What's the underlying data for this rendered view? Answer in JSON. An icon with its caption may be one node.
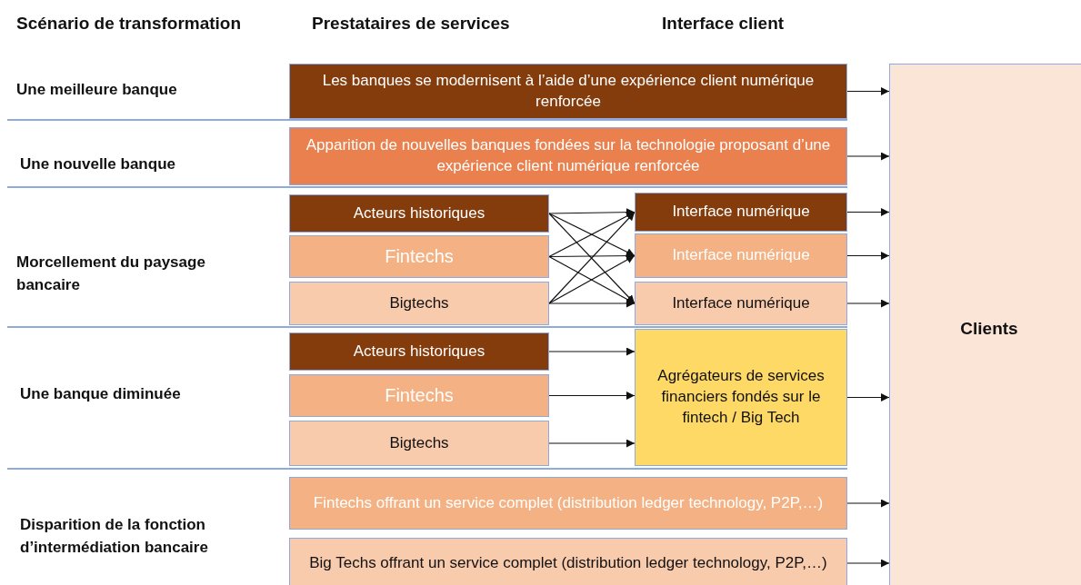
{
  "diagram": {
    "nodes": [
      {
        "text": [
          "Les banques se modernisent à l’aide d’une expérience client numérique renforcée"
        ]
      },
      {
        "text": [
          "Apparition de nouvelles banques fondées sur la technologie proposant d’une expérience client numérique renforcée"
        ]
      },
      {
        "text": [
          "Acteurs historiques"
        ]
      },
      {
        "text": [
          "Fintechs"
        ]
      },
      {
        "text": [
          "Bigtechs"
        ]
      },
      {
        "text": [
          "Interface numérique"
        ]
      },
      {
        "text": [
          "Interface numérique"
        ]
      },
      {
        "text": [
          "Interface numérique"
        ]
      },
      {
        "text": [
          "Acteurs historiques"
        ]
      },
      {
        "text": [
          "Fintechs"
        ]
      },
      {
        "text": [
          "Bigtechs"
        ]
      },
      {
        "text": [
          "Agrégateurs de services financiers fondés sur le fintech / Big Tech"
        ]
      },
      {
        "text": [
          "Fintechs offrant un service complet (distribution ledger technology, P2P,…)"
        ]
      },
      {
        "text": [
          "Big Techs offrant un service complet (distribution ledger technology, P2P,…)"
        ]
      },
      {
        "text": [
          "Clients"
        ]
      }
    ],
    "edges": [
      {
        "from": 0,
        "to": 14,
        "arrow": "to"
      },
      {
        "from": 1,
        "to": 14,
        "arrow": "to"
      },
      {
        "from": 2,
        "to": 5,
        "arrow": "to"
      },
      {
        "from": 2,
        "to": 6,
        "arrow": "to"
      },
      {
        "from": 2,
        "to": 7,
        "arrow": "to"
      },
      {
        "from": 3,
        "to": 5,
        "arrow": "to"
      },
      {
        "from": 3,
        "to": 6,
        "arrow": "to"
      },
      {
        "from": 3,
        "to": 7,
        "arrow": "to"
      },
      {
        "from": 4,
        "to": 5,
        "arrow": "to"
      },
      {
        "from": 4,
        "to": 6,
        "arrow": "to"
      },
      {
        "from": 4,
        "to": 7,
        "arrow": "to"
      },
      {
        "from": 5,
        "to": 14,
        "arrow": "to"
      },
      {
        "from": 6,
        "to": 14,
        "arrow": "to"
      },
      {
        "from": 7,
        "to": 14,
        "arrow": "to"
      },
      {
        "from": 8,
        "to": 11,
        "arrow": "to"
      },
      {
        "from": 9,
        "to": 11,
        "arrow": "to"
      },
      {
        "from": 10,
        "to": 11,
        "arrow": "to"
      },
      {
        "from": 11,
        "to": 14,
        "arrow": "to"
      },
      {
        "from": 12,
        "to": 14,
        "arrow": "to"
      },
      {
        "from": 13,
        "to": 14,
        "arrow": "to"
      }
    ],
    "labels": [
      "Scénario de transformation",
      "Prestataires de services",
      "Interface client",
      "Une meilleure banque",
      "Une nouvelle banque",
      "Morcellement du paysage bancaire",
      "Une banque diminuée",
      "Disparition de la fonction d’intermédiation bancaire"
    ]
  }
}
